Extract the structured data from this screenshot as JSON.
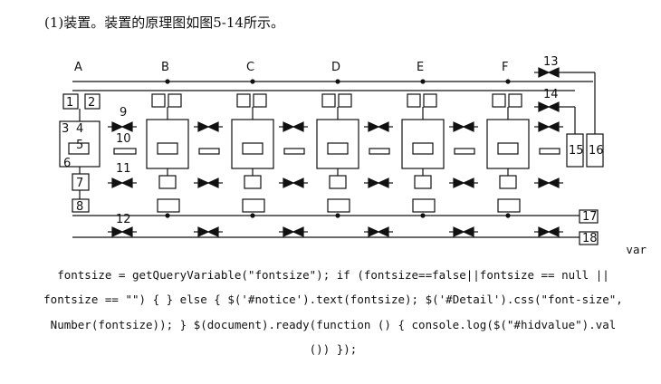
{
  "caption": "(1)装置。装置的原理图如图5-14所示。",
  "figure": {
    "column_labels": [
      "A",
      "B",
      "C",
      "D",
      "E",
      "F"
    ],
    "number_labels": [
      "1",
      "2",
      "3",
      "4",
      "5",
      "6",
      "7",
      "8",
      "9",
      "10",
      "11",
      "12",
      "13",
      "14",
      "15",
      "16",
      "17",
      "18"
    ]
  },
  "code_lines": [
    "var",
    "fontsize = getQueryVariable(\"fontsize\"); if (fontsize==false||fontsize == null ||",
    "fontsize == \"\") { } else { $('#notice').text(fontsize); $('#Detail').css(\"font-size\",",
    "Number(fontsize)); } $(document).ready(function () { console.log($(\"#hidvalue\").val",
    "()) });"
  ]
}
